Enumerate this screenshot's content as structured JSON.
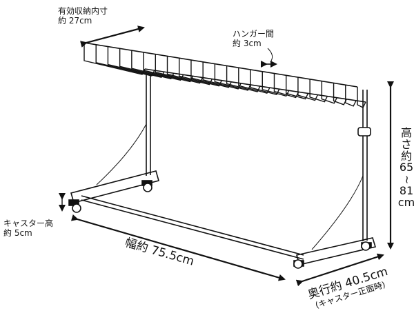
{
  "labels": {
    "storage_width": {
      "line1": "有効収納内寸",
      "line2": "約 27cm"
    },
    "hanger_gap": {
      "line1": "ハンガー間",
      "line2": "約 3cm"
    },
    "caster_height": {
      "line1": "キャスター高",
      "line2": "約 5cm"
    },
    "width": "幅約 75.5cm",
    "depth": {
      "line1": "奥行約 40.5cm",
      "line2": "(キャスター正面時)"
    },
    "height": {
      "chars": [
        "高",
        "さ",
        "約",
        "65",
        "~",
        "81",
        "cm"
      ]
    }
  },
  "colors": {
    "line": "#111111",
    "background": "#ffffff"
  }
}
